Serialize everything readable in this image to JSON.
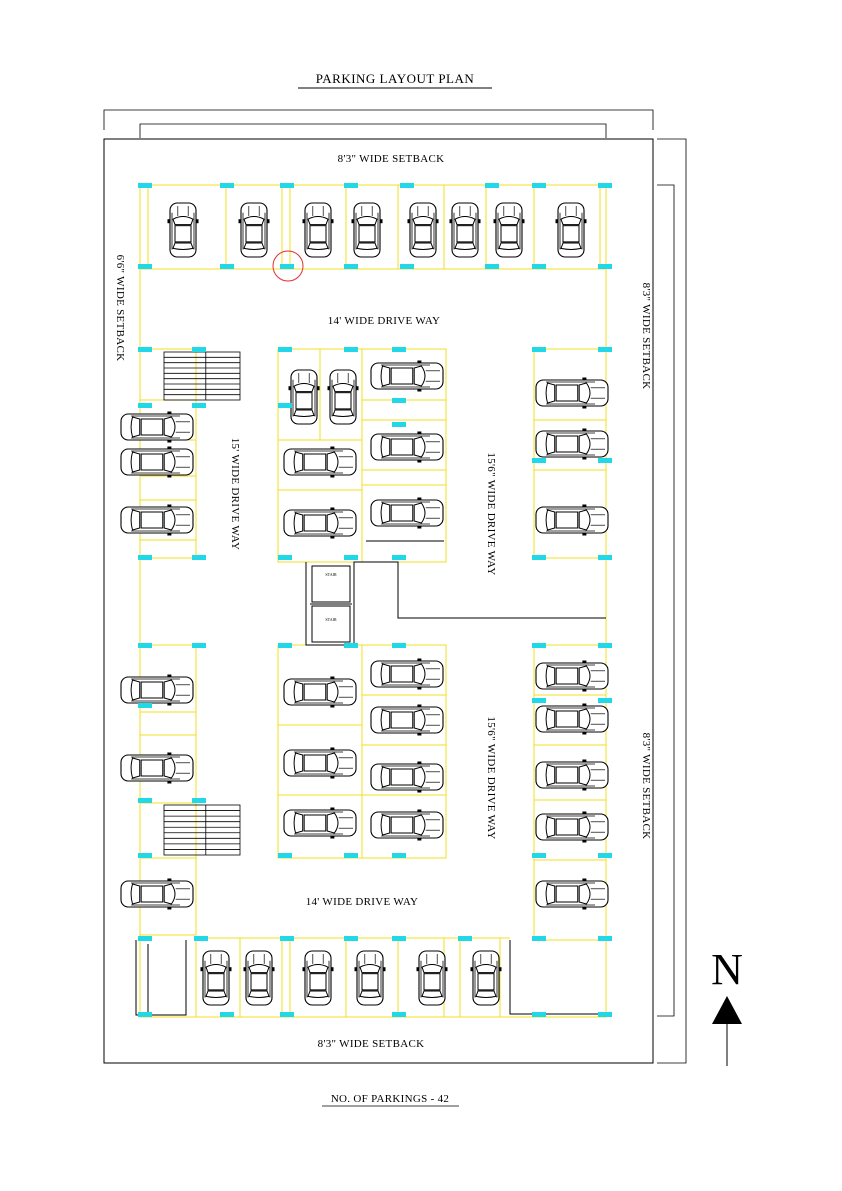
{
  "title": "PARKING LAYOUT PLAN",
  "footer": "NO. OF PARKINGS  -  42",
  "north_label": "N",
  "labels": {
    "setback_top": "8'3\" WIDE SETBACK",
    "setback_bottom": "8'3\" WIDE SETBACK",
    "setback_left": "6'6\" WIDE SETBACK",
    "setback_right_top": "8'3\" WIDE SETBACK",
    "setback_right_bottom": "8'3\" WIDE SETBACK",
    "drive_top": "14' WIDE DRIVE WAY",
    "drive_bottom": "14' WIDE DRIVE WAY",
    "drive_left": "15' WIDE DRIVE WAY",
    "drive_right_top": "15'6\" WIDE DRIVE WAY",
    "drive_right_bottom": "15'6\" WIDE DRIVE WAY"
  },
  "colors": {
    "stall_lines": "#f0e020",
    "column_marks": "#22d8e8",
    "ink": "#000000",
    "highlight_circle": "#e03030"
  }
}
